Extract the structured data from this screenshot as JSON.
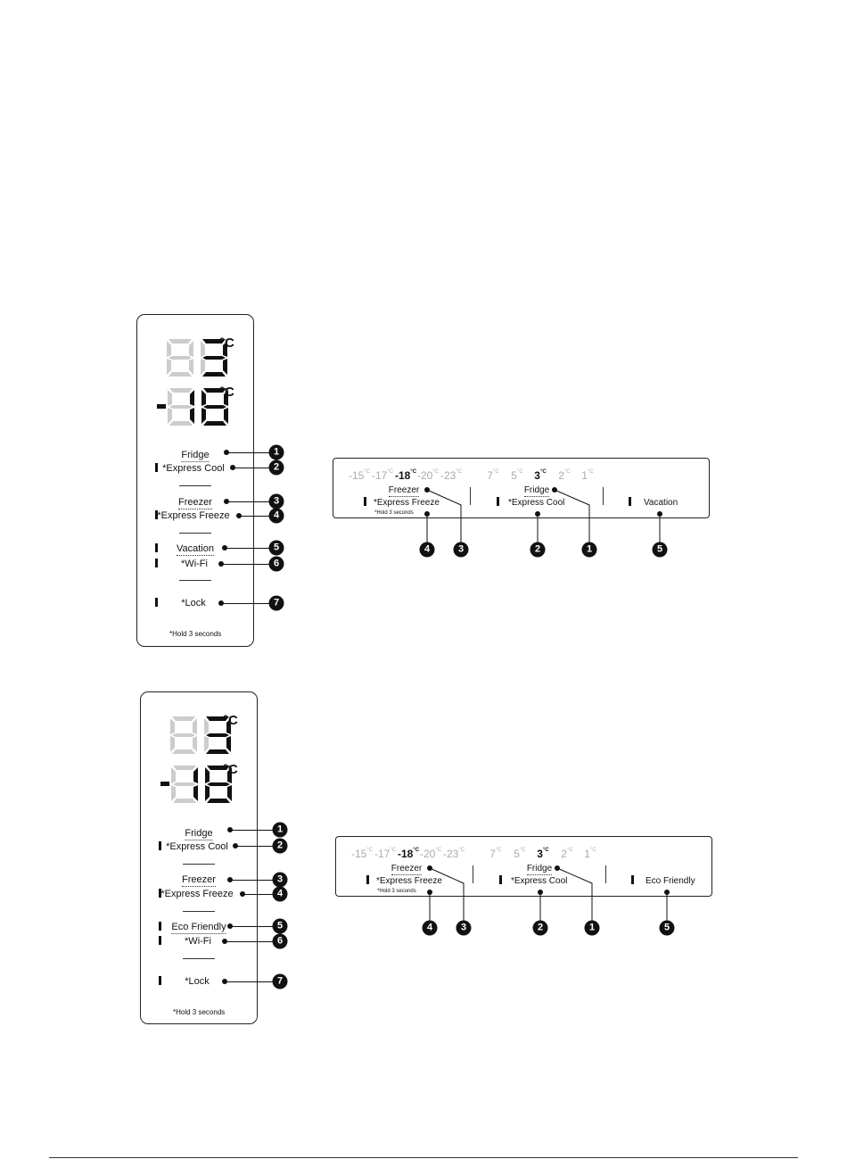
{
  "vertical_panel": {
    "fridge_temp_digits": "3",
    "freezer_temp_digits": "-18",
    "unit": "°C",
    "hold_note": "Hold 3 seconds",
    "hold_mark": "*",
    "items_a": [
      "Fridge",
      "*Express Cool",
      "Freezer",
      "*Express Freeze",
      "Vacation",
      "*Wi-Fi",
      "*Lock"
    ],
    "items_b": [
      "Fridge",
      "*Express Cool",
      "Freezer",
      "*Express Freeze",
      "Eco Friendly",
      "*Wi-Fi",
      "*Lock"
    ],
    "callouts": [
      "1",
      "2",
      "3",
      "4",
      "5",
      "6",
      "7"
    ]
  },
  "horizontal_panel": {
    "freezer_temps": [
      "-15",
      "-17",
      "-18",
      "-20",
      "-23"
    ],
    "freezer_selected": "-18",
    "fridge_temps": [
      "7",
      "5",
      "3",
      "2",
      "1"
    ],
    "fridge_selected": "3",
    "unit": "°C",
    "freezer_label": "Freezer",
    "express_freeze_label": "*Express Freeze",
    "hold_note": "*Hold 3 seconds",
    "fridge_label": "Fridge",
    "express_cool_label": "*Express Cool",
    "mode_label_a": "Vacation",
    "mode_label_b": "Eco Friendly",
    "callouts_order": [
      "4",
      "3",
      "2",
      "1",
      "5"
    ]
  }
}
